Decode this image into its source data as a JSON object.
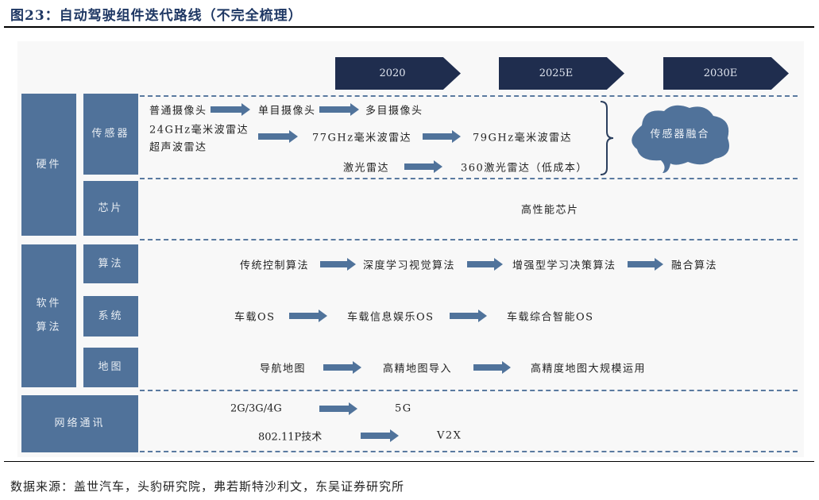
{
  "title": "图23：自动驾驶组件迭代路线（不完全梳理）",
  "timeline": [
    "2020",
    "2025E",
    "2030E"
  ],
  "categories": {
    "hardware": "硬件",
    "sensors": "传感器",
    "chips": "芯片",
    "software": "软件算法",
    "algorithms": "算法",
    "systems": "系统",
    "maps": "地图",
    "network": "网络通讯"
  },
  "sensors": {
    "camera": [
      "普通摄像头",
      "单目摄像头",
      "多目摄像头"
    ],
    "radar_start_1": "24GHz毫米波雷达",
    "radar_start_2": "超声波雷达",
    "radar_77": "77GHz毫米波雷达",
    "radar_79": "79GHz毫米波雷达",
    "lidar": "激光雷达",
    "lidar_360": "360激光雷达（低成本）",
    "fusion": "传感器融合"
  },
  "chips": {
    "item": "高性能芯片"
  },
  "algorithms": [
    "传统控制算法",
    "深度学习视觉算法",
    "增强型学习决策算法",
    "融合算法"
  ],
  "systems": [
    "车载OS",
    "车载信息娱乐OS",
    "车载综合智能OS"
  ],
  "maps": [
    "导航地图",
    "高精地图导入",
    "高精度地图大规模运用"
  ],
  "network": {
    "cellular_from": "2G/3G/4G",
    "cellular_to": "5G",
    "v2x_from": "802.11P技术",
    "v2x_to": "V2X"
  },
  "source": "数据来源：盖世汽车，头豹研究院，弗若斯特沙利文，东吴证券研究所",
  "colors": {
    "navy": "#1f2d4e",
    "box": "#50729a",
    "arrow": "#50739b"
  }
}
